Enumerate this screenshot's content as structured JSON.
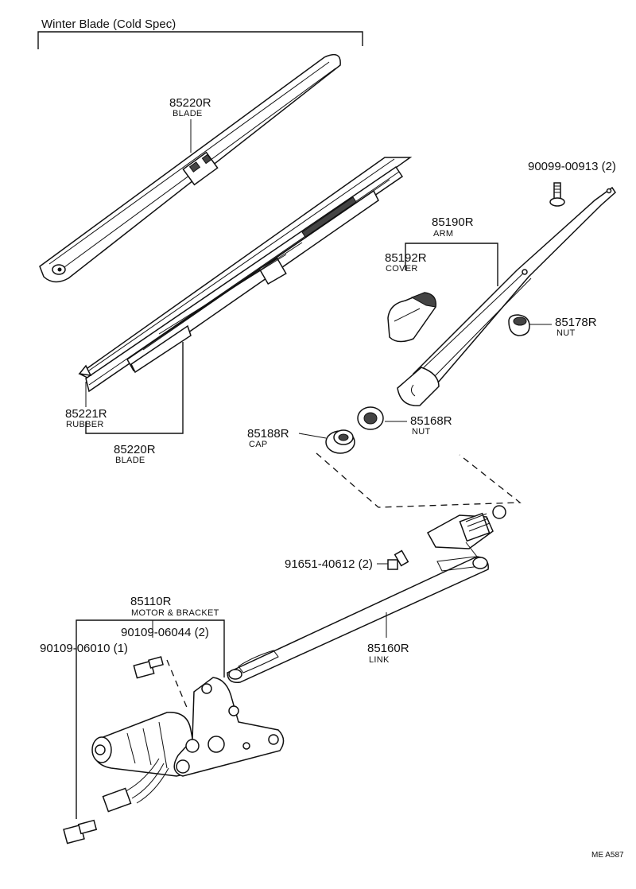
{
  "diagram": {
    "section_title": "Winter Blade (Cold Spec)",
    "footer_code": "ME  A587",
    "callouts": {
      "blade_top": {
        "part_no": "85220R",
        "name": "BLADE"
      },
      "screw_arm": {
        "part_no": "90099-00913 (2)"
      },
      "arm": {
        "part_no": "85190R",
        "name": "ARM"
      },
      "cover": {
        "part_no": "85192R",
        "name": "COVER"
      },
      "nut_arm": {
        "part_no": "85178R",
        "name": "NUT"
      },
      "rubber": {
        "part_no": "85221R",
        "name": "RUBBER"
      },
      "blade_bottom": {
        "part_no": "85220R",
        "name": "BLADE"
      },
      "cap": {
        "part_no": "85188R",
        "name": "CAP"
      },
      "nut_pivot": {
        "part_no": "85168R",
        "name": "NUT"
      },
      "bolt_link": {
        "part_no": "91651-40612 (2)"
      },
      "motor": {
        "part_no": "85110R",
        "name": "MOTOR & BRACKET"
      },
      "bolt_motor_a": {
        "part_no": "90109-06044 (2)"
      },
      "bolt_motor_b": {
        "part_no": "90109-06010 (1)"
      },
      "link": {
        "part_no": "85160R",
        "name": "LINK"
      }
    }
  }
}
